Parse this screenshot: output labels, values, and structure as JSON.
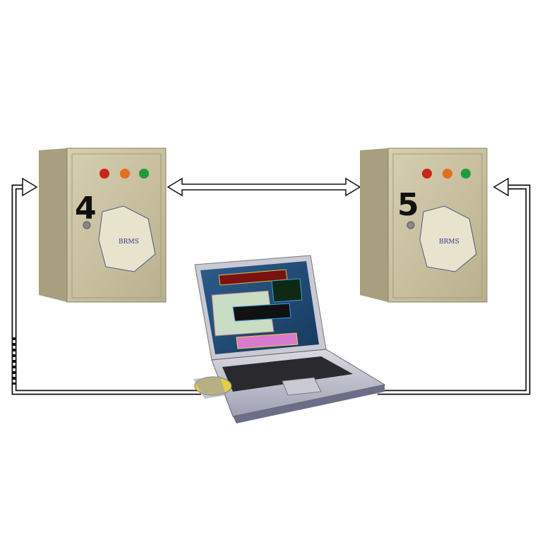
{
  "diagram": {
    "nodes": [
      {
        "id": "cabinet-4",
        "label": "4",
        "logo": "BRMS"
      },
      {
        "id": "cabinet-5",
        "label": "5",
        "logo": "BRMS"
      },
      {
        "id": "laptop"
      }
    ],
    "connections": [
      {
        "from": "cabinet-4",
        "to": "cabinet-5",
        "direction": "bidirectional"
      },
      {
        "from": "laptop",
        "to": "cabinet-4",
        "direction": "one-way"
      },
      {
        "from": "laptop",
        "to": "cabinet-5",
        "direction": "one-way"
      }
    ],
    "colors": {
      "cabinet": "#c9c1a0",
      "lamp_red": "#c8251b",
      "lamp_orange": "#e0701e",
      "lamp_green": "#1f9a3c",
      "screen": "#1f4a78",
      "laptop_body": "#b9bbc6"
    }
  }
}
